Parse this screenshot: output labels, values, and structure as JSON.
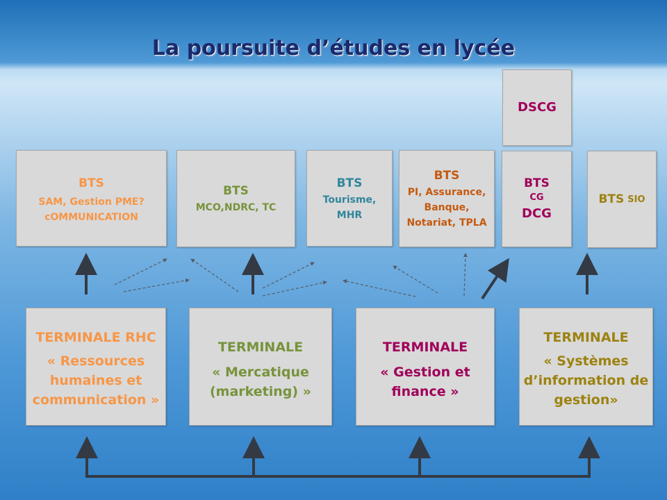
{
  "title": "La poursuite d’études en lycée",
  "colors": {
    "orange": "#f79646",
    "green": "#77933c",
    "teal": "#31859c",
    "rust": "#c0504d",
    "purple": "#a0005a",
    "olive": "#9c8210",
    "arrow": "#333a44"
  },
  "top": {
    "dscg": "DSCG",
    "bts_rh": {
      "head": "BTS",
      "line1": "SAM, Gestion PME?",
      "line2": "cOMMUNICATION"
    },
    "bts_merc": {
      "head": "BTS",
      "line1": "MCO,NDRC, TC"
    },
    "bts_tour": {
      "head": "BTS",
      "line1": "Tourisme,",
      "line2": "MHR"
    },
    "bts_fin": {
      "head": "BTS",
      "line1": "PI, Assurance,",
      "line2": "Banque,",
      "line3": "Notariat, TPLA"
    },
    "bts_cg": {
      "head": "BTS",
      "line1": "CG",
      "line2": "DCG"
    },
    "bts_sio": {
      "head": "BTS",
      "sub": "SIO"
    }
  },
  "terminales": {
    "rhc": {
      "head": "TERMINALE RHC",
      "line1": "« Ressources",
      "line2": "humaines et",
      "line3": "communication »"
    },
    "merc": {
      "head": "TERMINALE",
      "line1": "« Mercatique",
      "line2": "(marketing) »"
    },
    "gf": {
      "head": "TERMINALE",
      "line1": "« Gestion et",
      "line2": "finance »"
    },
    "sig": {
      "head": "TERMINALE",
      "line1": "« Systèmes",
      "line2": "d’information de",
      "line3": "gestion»"
    }
  }
}
